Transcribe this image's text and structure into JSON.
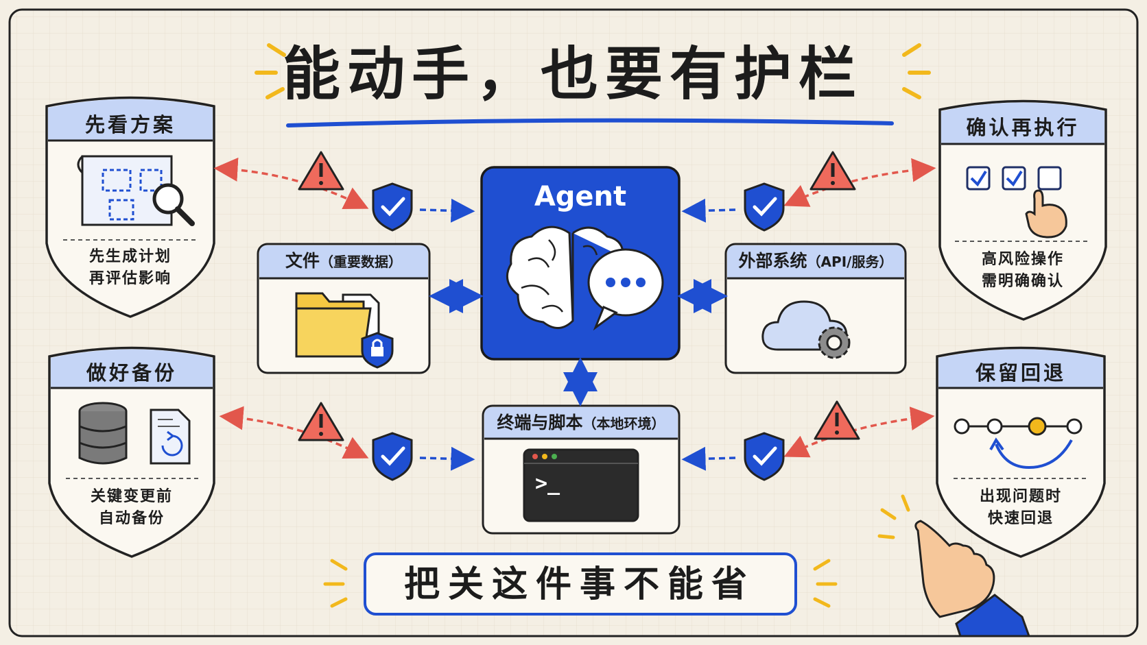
{
  "title": "能动手，也要有护栏",
  "center": {
    "agent_label": "Agent",
    "files_card": {
      "title": "文件",
      "subtitle": "（重要数据）"
    },
    "external_card": {
      "title": "外部系统",
      "subtitle": "（API/服务）"
    },
    "terminal_card": {
      "title": "终端与脚本",
      "subtitle": "（本地环境）",
      "prompt": ">_"
    }
  },
  "guardrails": [
    {
      "id": "plan",
      "title": "先看方案",
      "lines": [
        "先生成计划",
        "再评估影响"
      ],
      "icon": "blueprint-magnifier-icon"
    },
    {
      "id": "backup",
      "title": "做好备份",
      "lines": [
        "关键变更前",
        "自动备份"
      ],
      "icon": "database-backup-icon"
    },
    {
      "id": "confirm",
      "title": "确认再执行",
      "lines": [
        "高风险操作",
        "需明确确认"
      ],
      "icon": "checkbox-click-icon"
    },
    {
      "id": "rollback",
      "title": "保留回退",
      "lines": [
        "出现问题时",
        "快速回退"
      ],
      "icon": "timeline-rollback-icon"
    }
  ],
  "bottom_banner": "把关这件事不能省",
  "colors": {
    "background": "#f4efe4",
    "accent_blue": "#1f4fd1",
    "header_blue": "#c5d5f6",
    "danger_red": "#e2574c",
    "warning_fill": "#ef6a5c",
    "folder_yellow": "#f5c842",
    "ink": "#1c1c1c"
  }
}
